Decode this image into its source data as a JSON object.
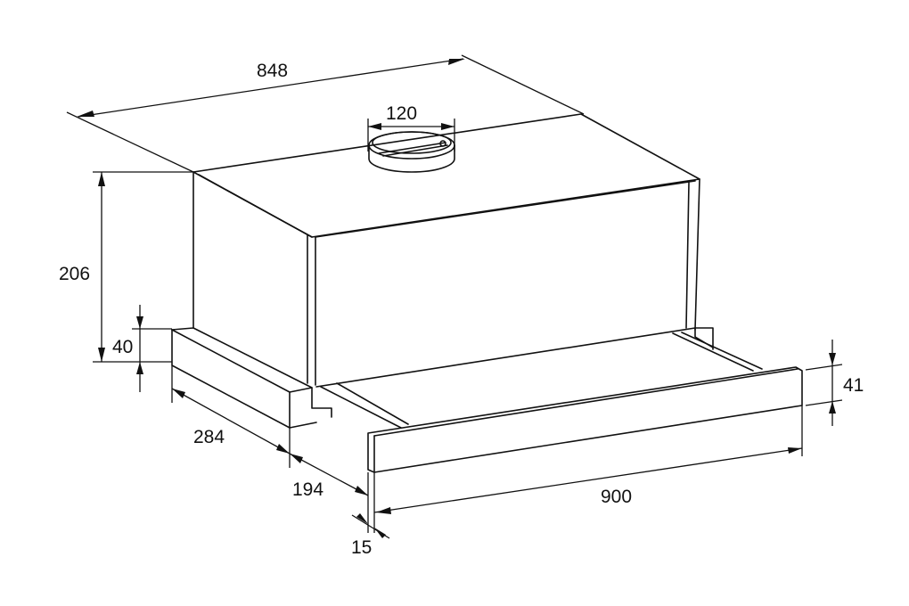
{
  "drawing": {
    "subject": "telescopic cooker hood dimension drawing",
    "units": "mm",
    "line_color": "#111111",
    "background": "#ffffff"
  },
  "dimensions": {
    "depth_total": "848",
    "duct_diameter": "120",
    "height_total": "206",
    "base_height": "40",
    "base_depth": "284",
    "drawer_extension": "194",
    "front_panel_thickness": "15",
    "width": "900",
    "front_panel_height": "41"
  }
}
